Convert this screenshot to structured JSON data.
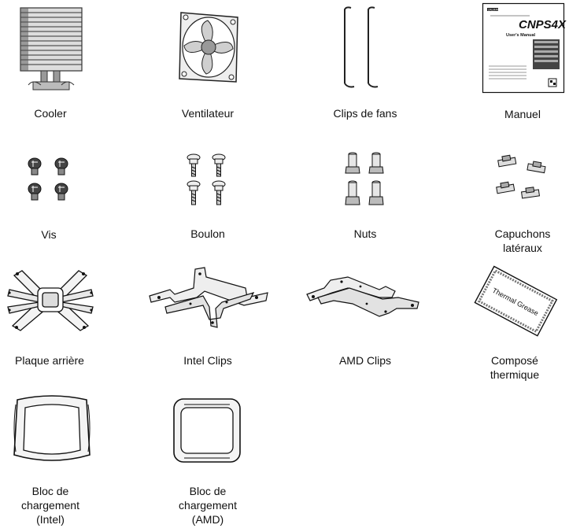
{
  "parts": [
    {
      "id": "cooler",
      "label_lines": [
        "Cooler"
      ],
      "icon": "heatsink-tower-icon"
    },
    {
      "id": "fan",
      "label_lines": [
        "Ventilateur"
      ],
      "icon": "fan-icon"
    },
    {
      "id": "fan-clips",
      "label_lines": [
        "Clips de fans"
      ],
      "icon": "wire-clip-icon"
    },
    {
      "id": "manual",
      "label_lines": [
        "Manuel"
      ],
      "icon": "manual-booklet-icon"
    },
    {
      "id": "screws",
      "label_lines": [
        "Vis"
      ],
      "icon": "screw-icon"
    },
    {
      "id": "bolts",
      "label_lines": [
        "Boulon"
      ],
      "icon": "bolt-icon"
    },
    {
      "id": "nuts",
      "label_lines": [
        "Nuts"
      ],
      "icon": "standoff-nut-icon"
    },
    {
      "id": "side-caps",
      "label_lines": [
        "Capuchons",
        "latéraux"
      ],
      "icon": "side-cap-icon"
    },
    {
      "id": "backplate",
      "label_lines": [
        "Plaque arrière"
      ],
      "icon": "backplate-icon"
    },
    {
      "id": "intel-clips",
      "label_lines": [
        "Intel Clips"
      ],
      "icon": "intel-bracket-icon"
    },
    {
      "id": "amd-clips",
      "label_lines": [
        "AMD Clips"
      ],
      "icon": "amd-bracket-icon"
    },
    {
      "id": "thermal-compound",
      "label_lines": [
        "Composé",
        "thermique"
      ],
      "icon": "thermal-grease-icon"
    },
    {
      "id": "loading-block-intel",
      "label_lines": [
        "Bloc de",
        "chargement",
        "(Intel)"
      ],
      "icon": "loading-frame-intel-icon"
    },
    {
      "id": "loading-block-amd",
      "label_lines": [
        "Bloc de",
        "chargement",
        "(AMD)"
      ],
      "icon": "loading-frame-amd-icon"
    }
  ],
  "manual_cover": {
    "model": "CNPS4X",
    "subtitle": "User's Manual",
    "brand": "ZALMAN"
  },
  "thermal_grease_text": "Thermal Grease"
}
